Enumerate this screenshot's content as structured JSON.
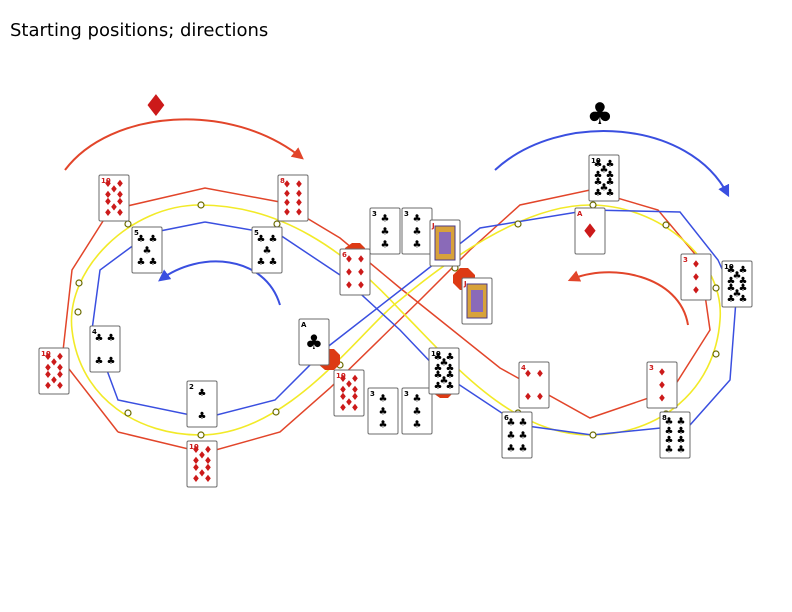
{
  "title": "Starting positions; directions",
  "colors": {
    "red_suit": "#cc1a1a",
    "red_track": "#e2452a",
    "blue_track": "#3a4fe0",
    "yellow_track": "#f2ea28",
    "stop_marker": "#dd3a14",
    "node": "#6b6b00"
  },
  "direction_markers": [
    {
      "name": "diamond-direction-icon",
      "glyph": "♦",
      "color": "#cc1a1a"
    },
    {
      "name": "club-direction-icon",
      "glyph": "♣",
      "color": "#000000"
    }
  ],
  "cards": [
    {
      "id": "d10-top-left",
      "rank": "10",
      "suit": "♦"
    },
    {
      "id": "d8-top-mid",
      "rank": "8",
      "suit": "♦"
    },
    {
      "id": "c5-left",
      "rank": "5",
      "suit": "♣"
    },
    {
      "id": "c5-mid",
      "rank": "5",
      "suit": "♣"
    },
    {
      "id": "c4-left",
      "rank": "4",
      "suit": "♣"
    },
    {
      "id": "d10-far-left",
      "rank": "10",
      "suit": "♦"
    },
    {
      "id": "c2-bottom-left",
      "rank": "2",
      "suit": "♣"
    },
    {
      "id": "d10-bottom",
      "rank": "10",
      "suit": "♦"
    },
    {
      "id": "cA-center",
      "rank": "A",
      "suit": "♣"
    },
    {
      "id": "d6-center",
      "rank": "6",
      "suit": "♦"
    },
    {
      "id": "d10-center-low",
      "rank": "10",
      "suit": "♦"
    },
    {
      "id": "mix-1",
      "rank": "3",
      "suit": "♣"
    },
    {
      "id": "mix-2",
      "rank": "3",
      "suit": "♣"
    },
    {
      "id": "mix-3",
      "rank": "3",
      "suit": "♣"
    },
    {
      "id": "mix-4",
      "rank": "3",
      "suit": "♣"
    },
    {
      "id": "jack-top",
      "rank": "J",
      "suit": "♦"
    },
    {
      "id": "jack-mid",
      "rank": "J",
      "suit": "♦"
    },
    {
      "id": "c10-center-low",
      "rank": "10",
      "suit": "♣"
    },
    {
      "id": "d4-right-low",
      "rank": "4",
      "suit": "♦"
    },
    {
      "id": "c6-bottom-right",
      "rank": "6",
      "suit": "♣"
    },
    {
      "id": "c10-top-right",
      "rank": "10",
      "suit": "♣"
    },
    {
      "id": "dA-top-right",
      "rank": "A",
      "suit": "♦"
    },
    {
      "id": "d3-right",
      "rank": "3",
      "suit": "♦"
    },
    {
      "id": "c10-far-right",
      "rank": "10",
      "suit": "♣"
    },
    {
      "id": "d3-right-low",
      "rank": "3",
      "suit": "♦"
    },
    {
      "id": "c8-bottom-right",
      "rank": "8",
      "suit": "♣"
    }
  ]
}
